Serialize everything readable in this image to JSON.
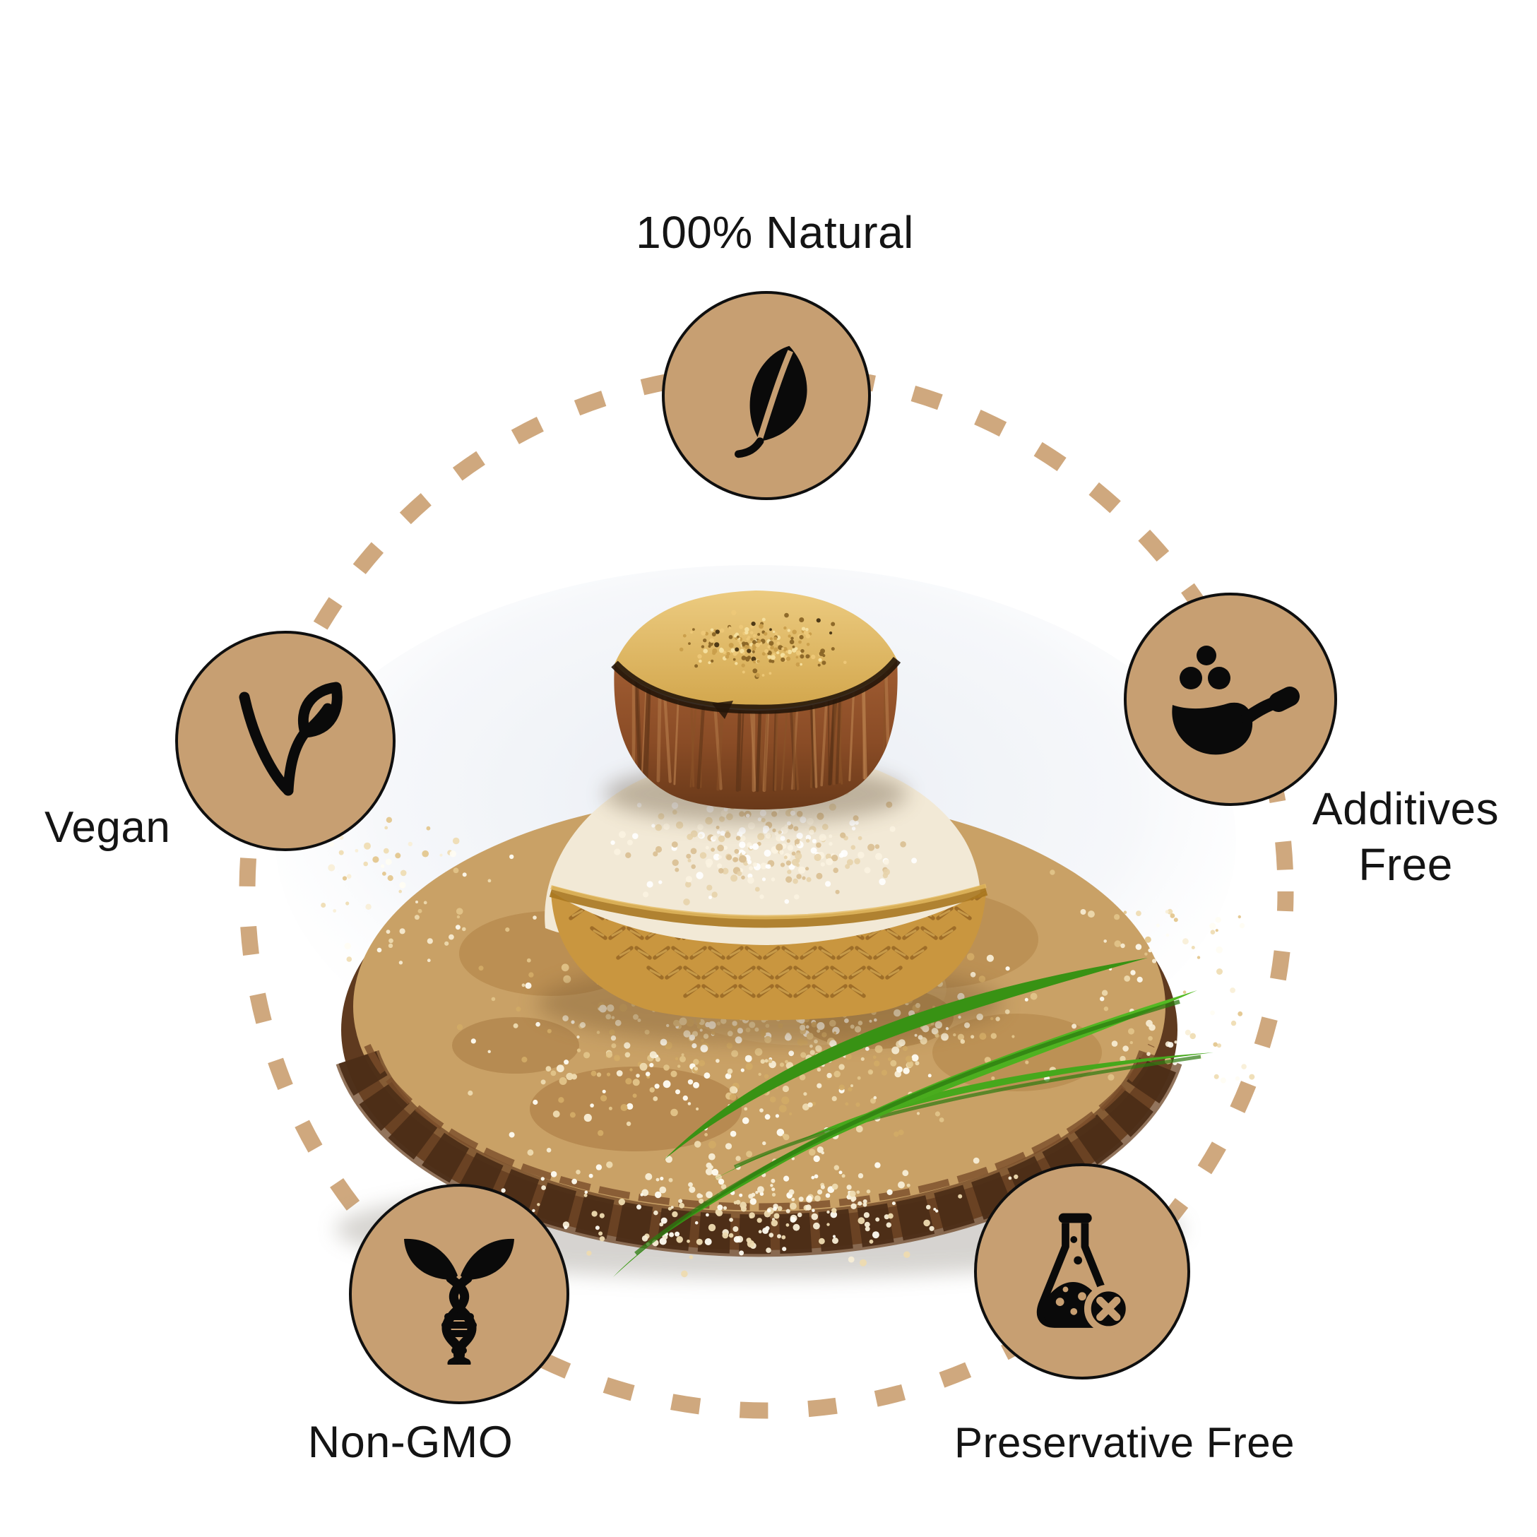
{
  "colors": {
    "background": "#ffffff",
    "badge_fill": "#c79f72",
    "badge_border": "#0f0f0f",
    "dash_ring": "#cfa87e",
    "icon": "#0a0a0a",
    "label_text": "#141414"
  },
  "badges": [
    {
      "id": "natural",
      "label": "100% Natural",
      "icon": "leaf-icon"
    },
    {
      "id": "vegan",
      "label": "Vegan",
      "icon": "vegan-leaf-icon"
    },
    {
      "id": "additives",
      "label": "Additives Free",
      "icon": "spoon-dots-icon"
    },
    {
      "id": "non-gmo",
      "label": "Non-GMO",
      "icon": "dna-leaves-icon"
    },
    {
      "id": "preservative",
      "label": "Preservative Free",
      "icon": "flask-cross-icon"
    }
  ],
  "illustration": {
    "name": "millet-product-photo",
    "elements": [
      "coconut-bowl",
      "millet-grains",
      "puffed-grain-mound",
      "bamboo-basket",
      "wood-slab",
      "scattered-grains",
      "green-leaves"
    ]
  }
}
